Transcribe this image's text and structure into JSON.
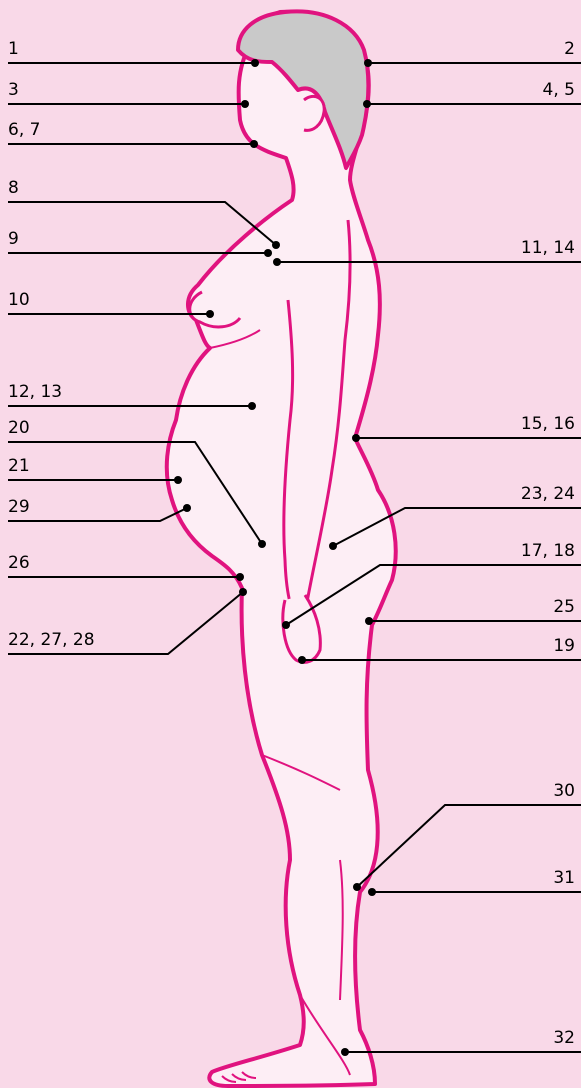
{
  "colors": {
    "background": "#f9d9e8",
    "outline": "#e0137f",
    "body_fill": "#fdeef5",
    "hair": "#c9c9c9",
    "leader": "#000000"
  },
  "labels": {
    "l1": "1",
    "l2": "2",
    "l3": "3",
    "l4": "4, 5",
    "l6": "6, 7",
    "l8": "8",
    "l9": "9",
    "l10": "10",
    "l11": "11, 14",
    "l12": "12, 13",
    "l15": "15, 16",
    "l17": "17, 18",
    "l19": "19",
    "l20": "20",
    "l21": "21",
    "l22": "22, 27, 28",
    "l23": "23, 24",
    "l25": "25",
    "l26": "26",
    "l29": "29",
    "l30": "30",
    "l31": "31",
    "l32": "32"
  }
}
